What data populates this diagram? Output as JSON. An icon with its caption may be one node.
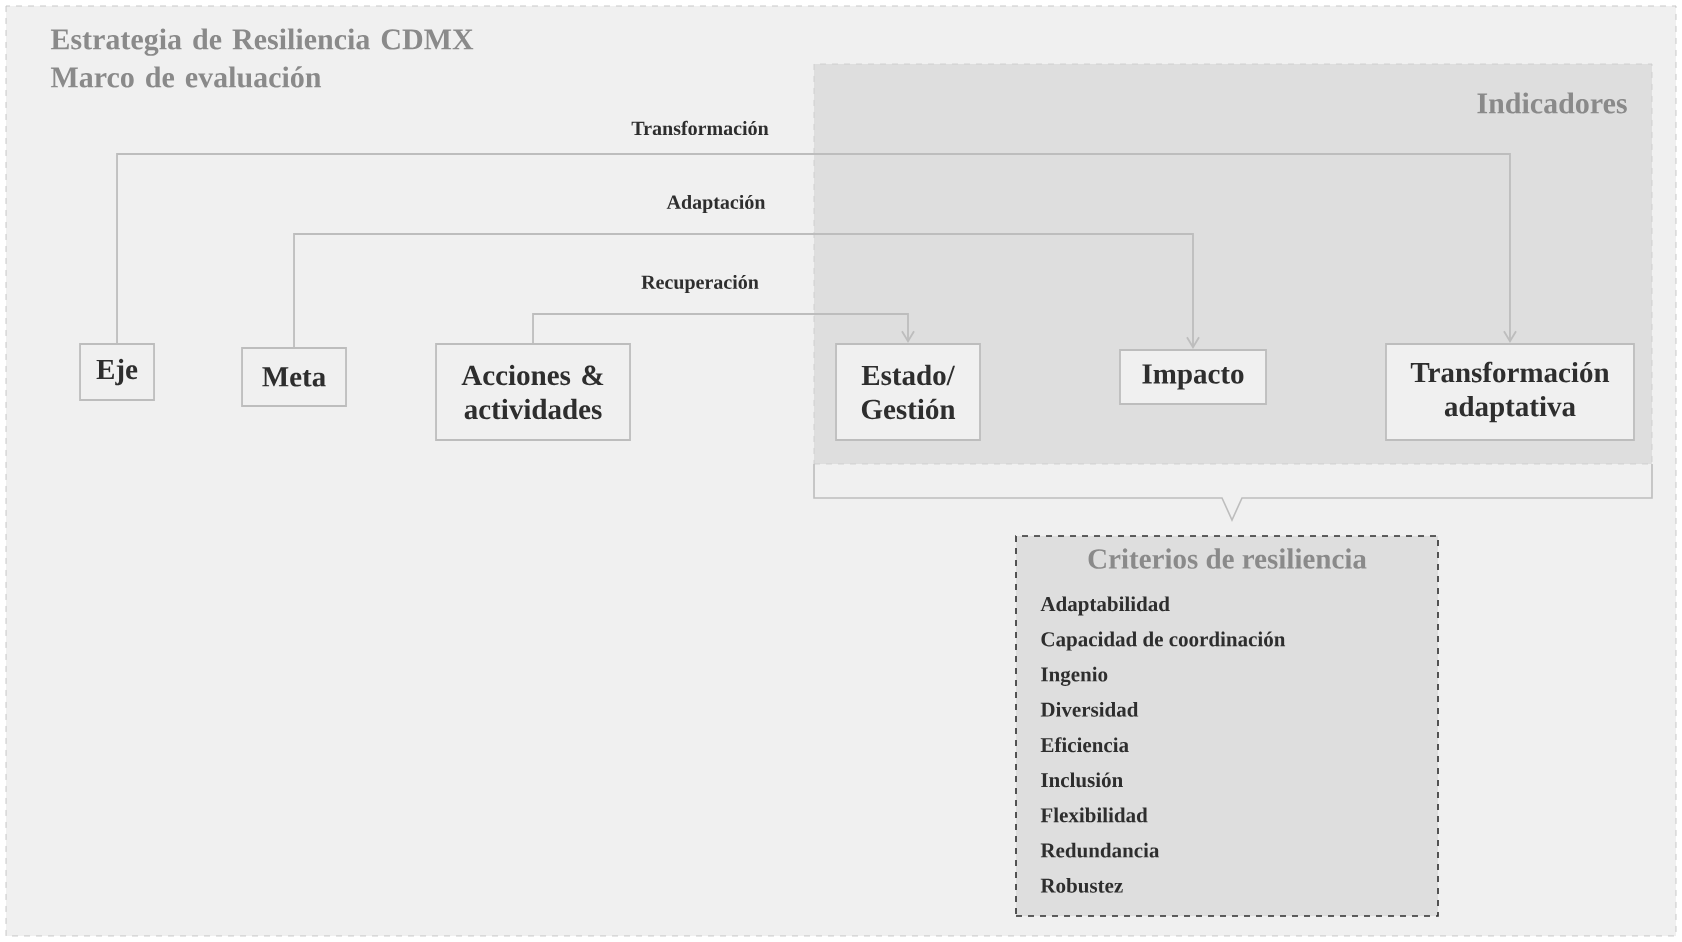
{
  "diagram": {
    "title": "Estrategia de Resiliencia CDMX Marco de evaluación",
    "nodes": [
      {
        "text": [
          "Indicadores"
        ]
      },
      {
        "text": [
          "Eje"
        ]
      },
      {
        "text": [
          "Meta"
        ]
      },
      {
        "text": [
          "Acciones & actividades"
        ]
      },
      {
        "text": [
          "Estado/ Gestión"
        ],
        "in": 0
      },
      {
        "text": [
          "Impacto"
        ],
        "in": 0
      },
      {
        "text": [
          "Transformación adaptativa"
        ],
        "in": 0
      },
      {
        "text": [
          "Criterios de resiliencia",
          "Adaptabilidad",
          "Capacidad de coordinación",
          "Ingenio",
          "Diversidad",
          "Eficiencia",
          "Inclusión",
          "Flexibilidad",
          "Redundancia",
          "Robustez"
        ]
      }
    ],
    "edges": [
      {
        "from": 1,
        "to": 6,
        "arrow": "to",
        "label": "Transformación"
      },
      {
        "from": 2,
        "to": 5,
        "arrow": "to",
        "label": "Adaptación"
      },
      {
        "from": 3,
        "to": 4,
        "arrow": "to",
        "label": "Recuperación"
      }
    ]
  }
}
